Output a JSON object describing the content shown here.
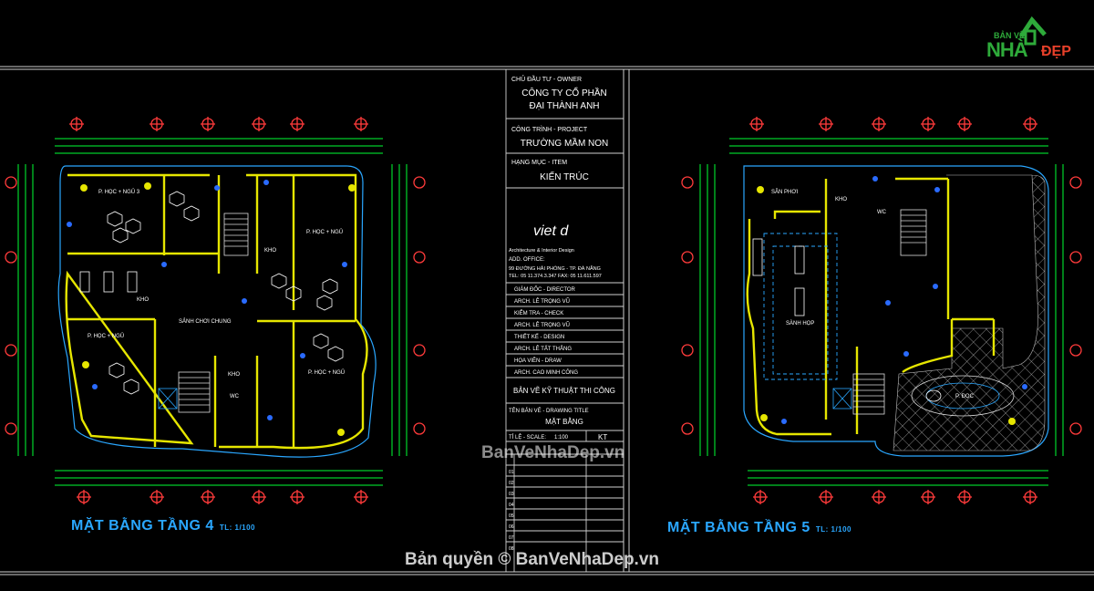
{
  "logo": {
    "line1": "BẢN VẼ",
    "line2": "NHÀ",
    "line3": "ĐẸP"
  },
  "titleblock": {
    "owner_label": "CHỦ ĐẦU TƯ - OWNER",
    "owner_line1": "CÔNG TY CỔ PHẦN",
    "owner_line2": "ĐẠI THÀNH ANH",
    "project_label": "CÔNG TRÌNH - PROJECT",
    "project": "TRƯỜNG MẦM NON",
    "item_label": "HẠNG MỤC - ITEM",
    "item": "KIẾN TRÚC",
    "firm": "viet d",
    "firm_sub": "Architecture & Interior Design",
    "office_label": "ADD. OFFICE:",
    "address": "99 ĐƯỜNG HẢI PHÒNG - TP. ĐÀ NẴNG",
    "phone": "TEL: 05 11.374.3.347  FAX: 05 11.611.597",
    "roles": [
      "GIÁM ĐỐC - DIRECTOR",
      "ARCH. LÊ TRỌNG VŨ",
      "KIỂM TRA - CHECK",
      "ARCH. LÊ TRỌNG VŨ",
      "THIẾT KẾ - DESIGN",
      "ARCH. LÊ TẤT THẮNG",
      "HỌA VIÊN - DRAW",
      "ARCH. CAO MINH CÔNG"
    ],
    "stage": "BẢN VẼ KỸ THUẬT THI CÔNG",
    "drawing_title_label": "TÊN BẢN VẼ - DRAWING TITLE",
    "drawing_title": "MẶT BẰNG",
    "scale_label": "TỈ LỆ - SCALE:",
    "scale_value": "1:100",
    "sheet_code": "KT",
    "revisions": [
      "01",
      "02",
      "03",
      "04",
      "05",
      "06",
      "07",
      "08"
    ]
  },
  "plans": [
    {
      "title": "MẶT BẰNG TẦNG 4",
      "scale": "TL: 1/100"
    },
    {
      "title": "MẶT BẰNG TẦNG 5",
      "scale": "TL: 1/100"
    }
  ],
  "room_labels_4": [
    "SẢNH CHƠI CHUNG",
    "P. HỌC + NGỦ 3",
    "P. HỌC + NGỦ",
    "P. HỌC + NGỦ",
    "P. HỌC + NGỦ",
    "KHO",
    "KHO",
    "KHO",
    "WC"
  ],
  "room_labels_5": [
    "SÂN PHƠI",
    "SÀNH HỌP",
    "P. ĐỌC",
    "KHO",
    "WC"
  ],
  "watermarks": [
    "BanVeNhaDep.vn",
    "Bản quyền © BanVeNhaDep.vn"
  ],
  "colors": {
    "background": "#000000",
    "wall": "#e6e600",
    "dimension": "#00ff33",
    "grid_bubble": "#ff3b3b",
    "title": "#2aa7ff",
    "frame": "#cfcfcf"
  }
}
